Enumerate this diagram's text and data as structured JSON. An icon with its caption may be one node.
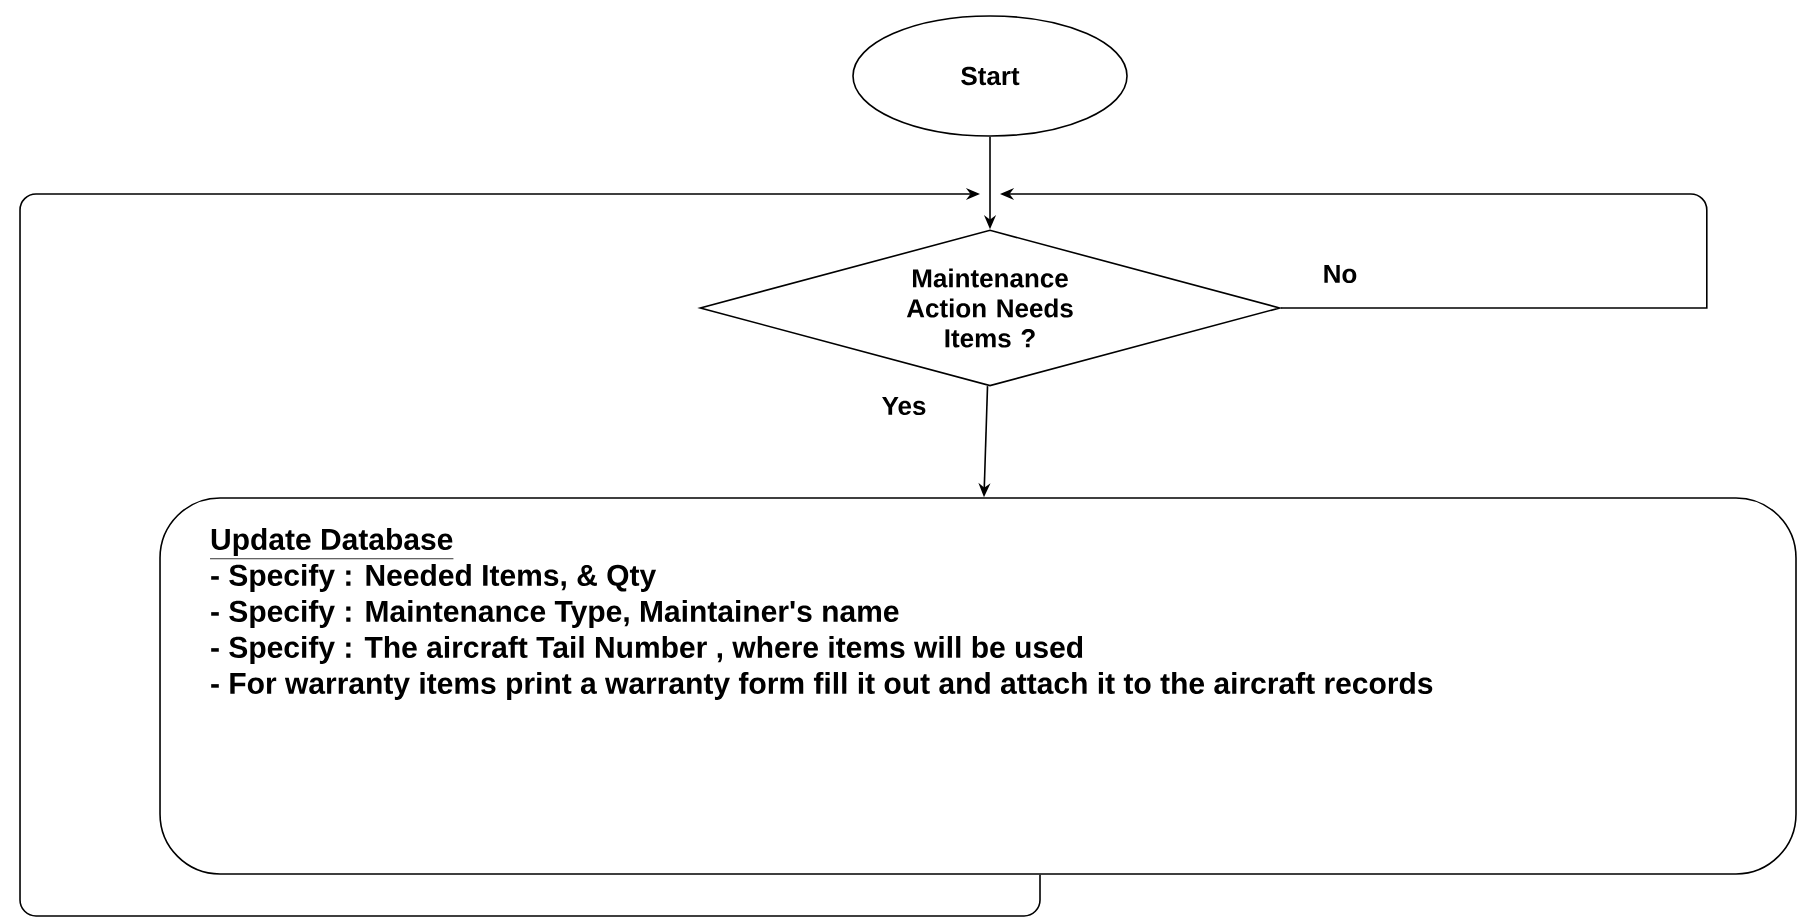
{
  "diagram": {
    "nodes": [
      {
        "text": [
          "Start"
        ]
      },
      {
        "text": [
          "Maintenance Action Needs Items ?"
        ]
      },
      {
        "text": [
          "Update Database",
          "- Specify : Needed Items, & Qty",
          "- Specify : Maintenance Type, Maintainer's name",
          "- Specify : The aircraft Tail Number , where items will be used",
          "- For warranty items print a warranty form fill it out and attach it to the aircraft records"
        ]
      }
    ],
    "edges": [
      {
        "from": 0,
        "to": 1,
        "arrow": "to"
      },
      {
        "from": 1,
        "to": 1,
        "arrow": "to",
        "label": "No"
      },
      {
        "from": 1,
        "to": 2,
        "arrow": "to",
        "label": "Yes"
      },
      {
        "from": 2,
        "to": 1,
        "arrow": "to"
      }
    ]
  }
}
